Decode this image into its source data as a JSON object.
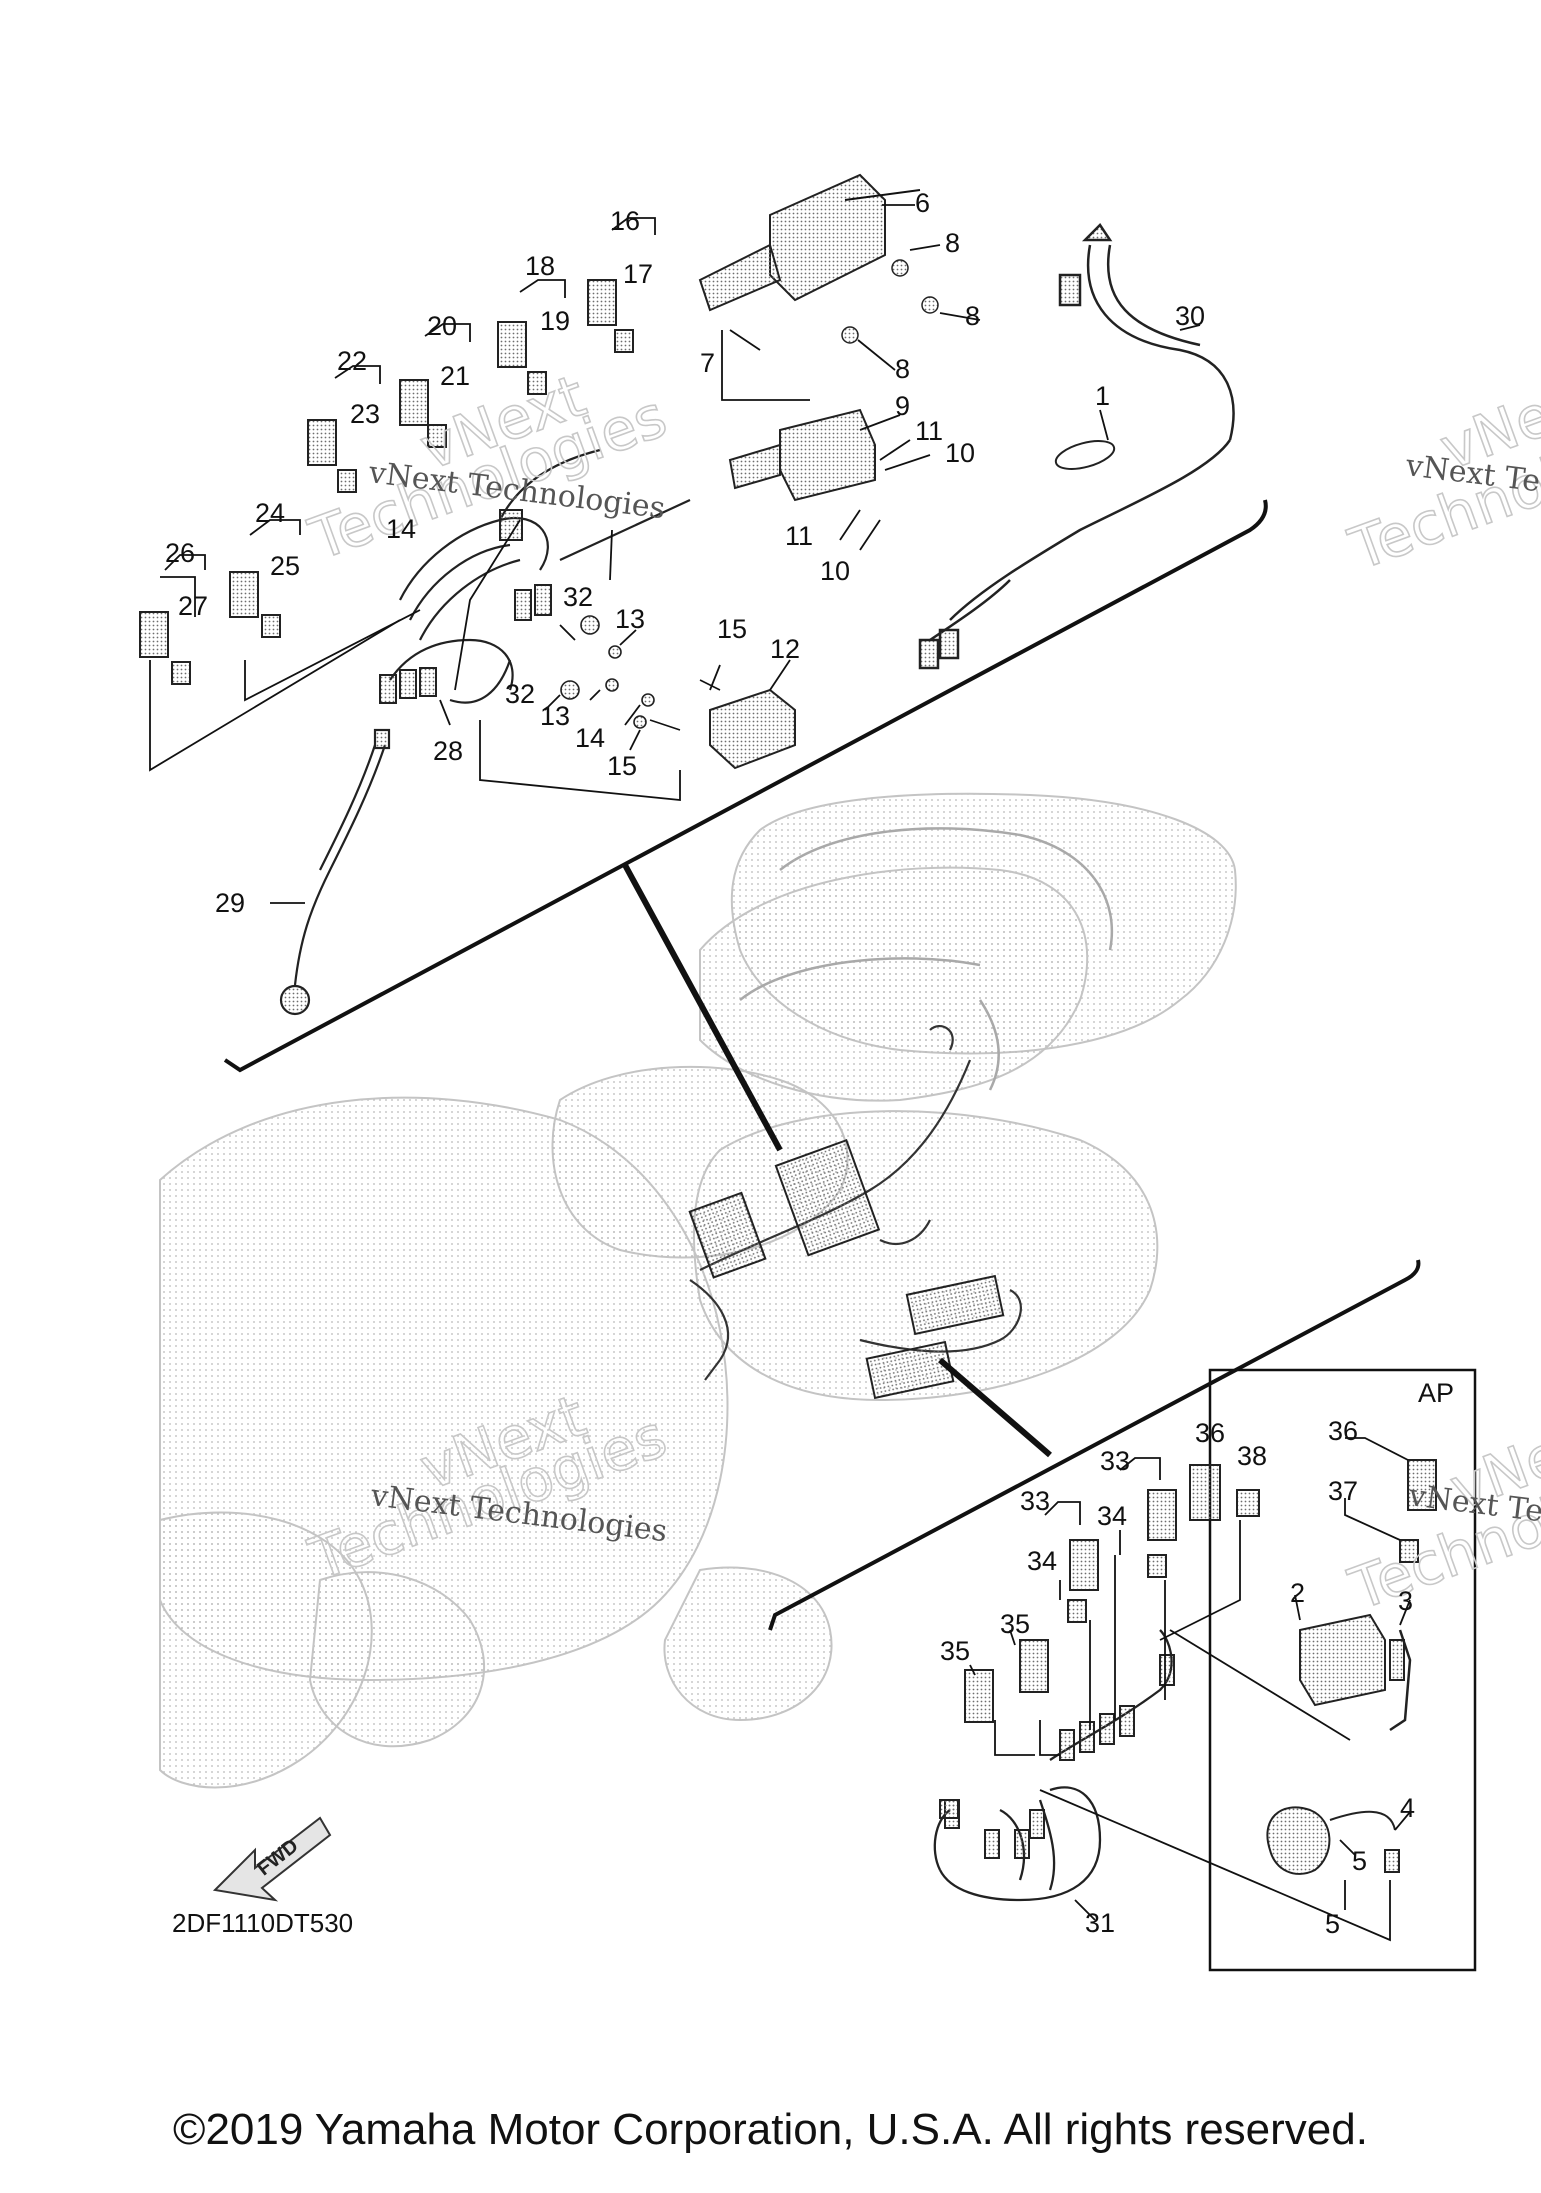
{
  "diagram": {
    "part_code": "2DF1110DT530",
    "inset_label": "AP",
    "direction_label": "FWD",
    "watermark_text": "vNext Technologies",
    "watermark_line1": "vNext",
    "watermark_line2": "Technologies",
    "callouts": [
      "1",
      "2",
      "3",
      "4",
      "5",
      "6",
      "7",
      "8",
      "9",
      "10",
      "11",
      "12",
      "13",
      "14",
      "15",
      "16",
      "17",
      "18",
      "19",
      "20",
      "21",
      "22",
      "23",
      "24",
      "25",
      "26",
      "27",
      "28",
      "29",
      "30",
      "31",
      "32",
      "33",
      "34",
      "35",
      "36",
      "37",
      "38"
    ]
  },
  "footer": {
    "copyright": "©2019 Yamaha Motor Corporation, U.S.A. All rights reserved."
  }
}
